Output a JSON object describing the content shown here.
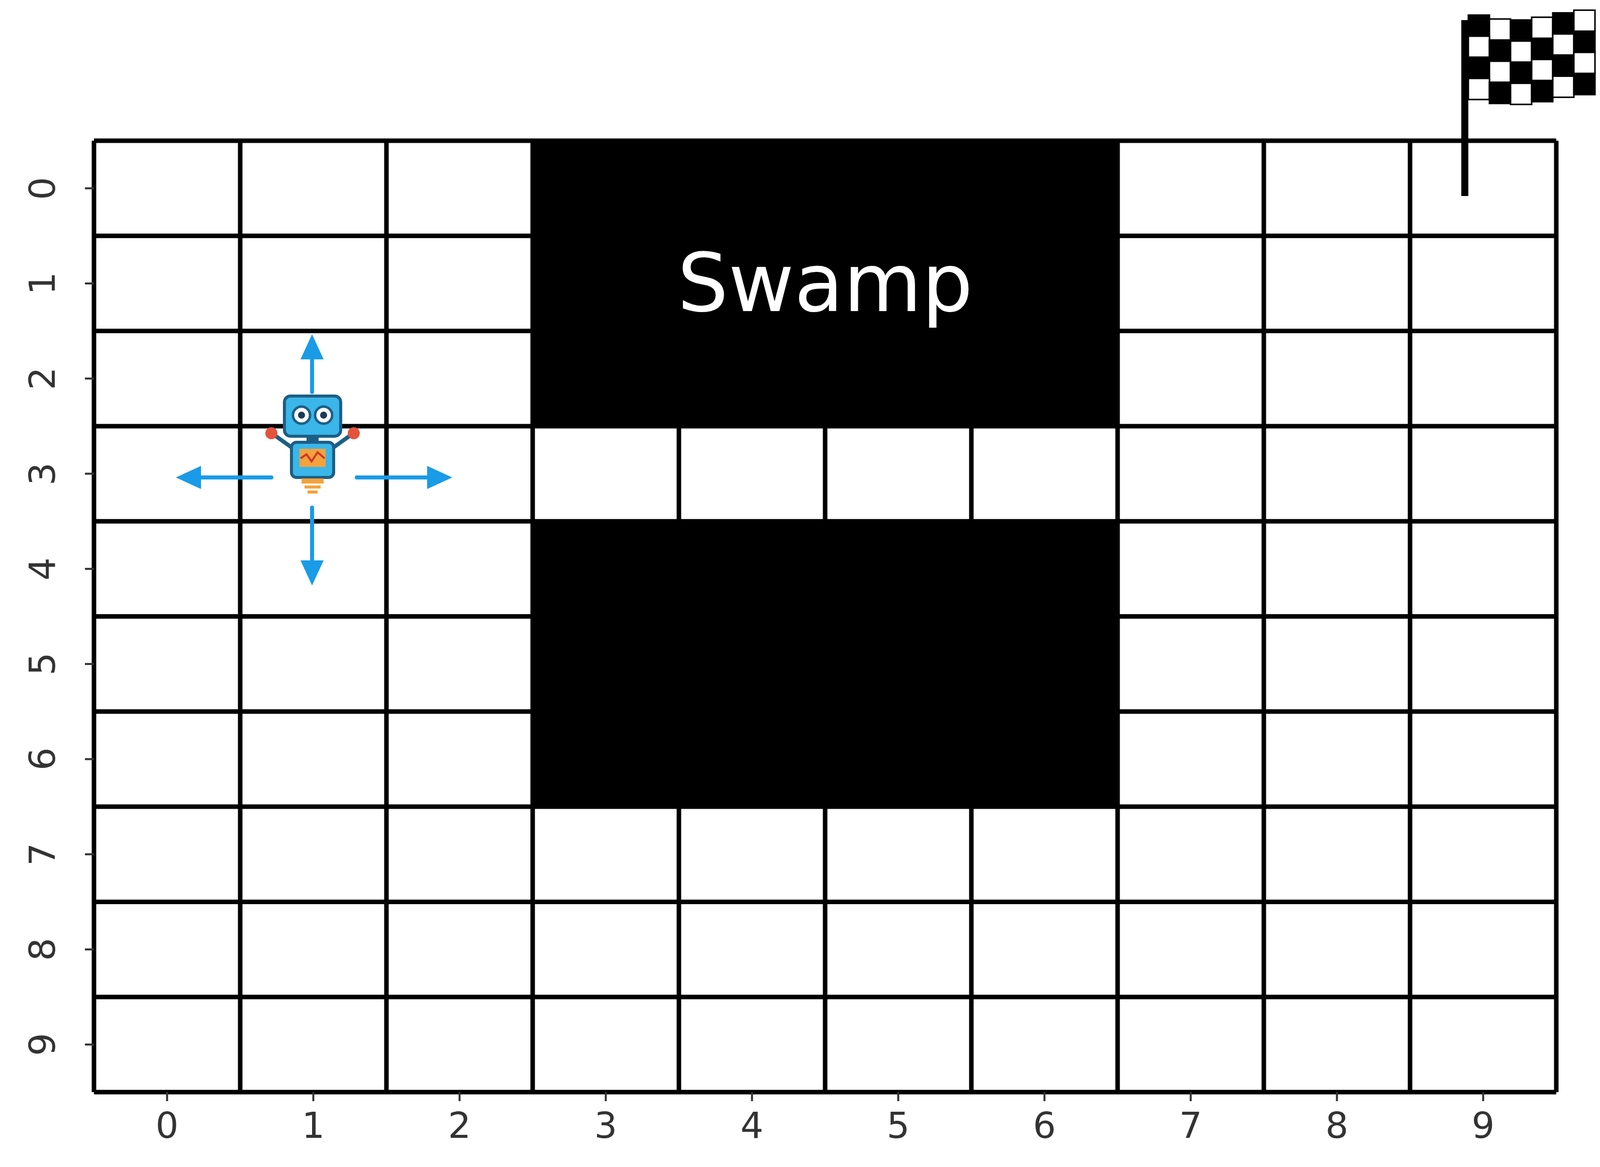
{
  "diagram": {
    "nodes": [
      {
        "text": [
          "Swamp"
        ]
      }
    ],
    "labels": [
      "0",
      "1",
      "2",
      "3",
      "4",
      "5",
      "6",
      "7",
      "8",
      "9",
      "0",
      "1",
      "2",
      "3",
      "4",
      "5",
      "6",
      "7",
      "8",
      "9"
    ]
  }
}
